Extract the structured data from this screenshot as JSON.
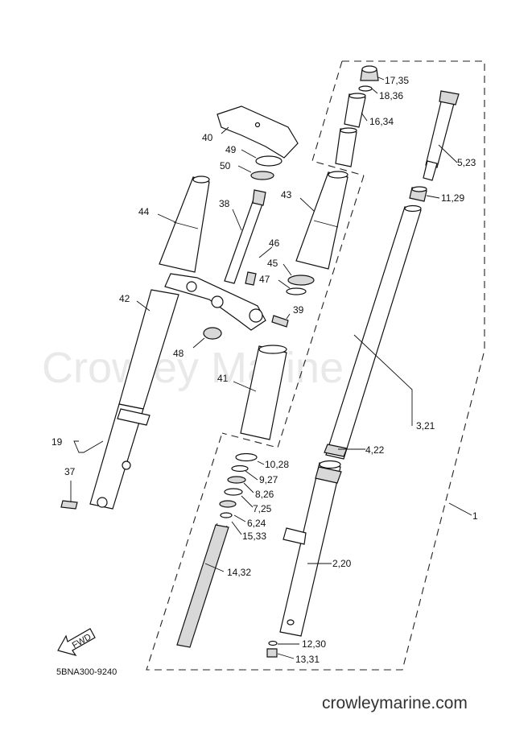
{
  "watermark": "Crowley Marine",
  "footer_url": "crowleymarine.com",
  "diagram_code": "5BNA300-9240",
  "fwd_label": "FWD",
  "labels": [
    {
      "id": "17_35",
      "text": "17,35"
    },
    {
      "id": "18_36",
      "text": "18,36"
    },
    {
      "id": "16_34",
      "text": "16,34"
    },
    {
      "id": "5_23",
      "text": "5,23"
    },
    {
      "id": "11_29",
      "text": "11,29"
    },
    {
      "id": "40",
      "text": "40"
    },
    {
      "id": "49",
      "text": "49"
    },
    {
      "id": "50",
      "text": "50"
    },
    {
      "id": "43",
      "text": "43"
    },
    {
      "id": "44",
      "text": "44"
    },
    {
      "id": "38",
      "text": "38"
    },
    {
      "id": "46",
      "text": "46"
    },
    {
      "id": "45",
      "text": "45"
    },
    {
      "id": "47",
      "text": "47"
    },
    {
      "id": "42",
      "text": "42"
    },
    {
      "id": "39",
      "text": "39"
    },
    {
      "id": "48",
      "text": "48"
    },
    {
      "id": "41",
      "text": "41"
    },
    {
      "id": "3_21",
      "text": "3,21"
    },
    {
      "id": "4_22",
      "text": "4,22"
    },
    {
      "id": "19",
      "text": "19"
    },
    {
      "id": "10_28",
      "text": "10,28"
    },
    {
      "id": "9_27",
      "text": "9,27"
    },
    {
      "id": "37",
      "text": "37"
    },
    {
      "id": "8_26",
      "text": "8,26"
    },
    {
      "id": "7_25",
      "text": "7,25"
    },
    {
      "id": "1",
      "text": "1"
    },
    {
      "id": "6_24",
      "text": "6,24"
    },
    {
      "id": "15_33",
      "text": "15,33"
    },
    {
      "id": "2_20",
      "text": "2,20"
    },
    {
      "id": "14_32",
      "text": "14,32"
    },
    {
      "id": "12_30",
      "text": "12,30"
    },
    {
      "id": "13_31",
      "text": "13,31"
    }
  ]
}
